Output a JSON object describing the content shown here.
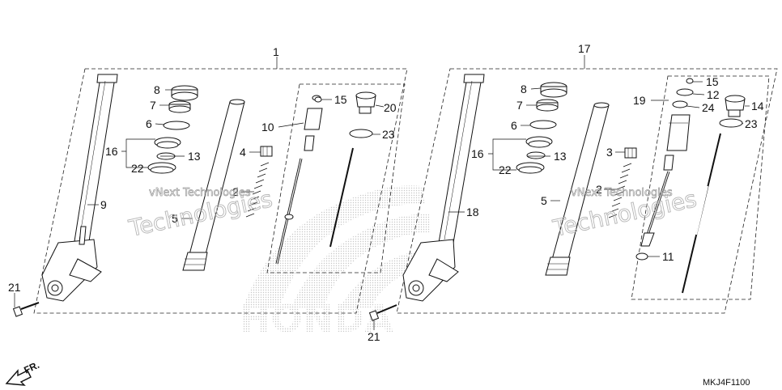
{
  "callouts": [
    {
      "id": "c1",
      "label": "1"
    },
    {
      "id": "c2a",
      "label": "2"
    },
    {
      "id": "c4",
      "label": "4"
    },
    {
      "id": "c5a",
      "label": "5"
    },
    {
      "id": "c6a",
      "label": "6"
    },
    {
      "id": "c7a",
      "label": "7"
    },
    {
      "id": "c8a",
      "label": "8"
    },
    {
      "id": "c9",
      "label": "9"
    },
    {
      "id": "c10",
      "label": "10"
    },
    {
      "id": "c13a",
      "label": "13"
    },
    {
      "id": "c15a",
      "label": "15"
    },
    {
      "id": "c16a",
      "label": "16"
    },
    {
      "id": "c20",
      "label": "20"
    },
    {
      "id": "c21a",
      "label": "21"
    },
    {
      "id": "c22a",
      "label": "22"
    },
    {
      "id": "c23a",
      "label": "23"
    },
    {
      "id": "c17",
      "label": "17"
    },
    {
      "id": "c2b",
      "label": "2"
    },
    {
      "id": "c3",
      "label": "3"
    },
    {
      "id": "c5b",
      "label": "5"
    },
    {
      "id": "c6b",
      "label": "6"
    },
    {
      "id": "c7b",
      "label": "7"
    },
    {
      "id": "c8b",
      "label": "8"
    },
    {
      "id": "c11",
      "label": "11"
    },
    {
      "id": "c12",
      "label": "12"
    },
    {
      "id": "c13b",
      "label": "13"
    },
    {
      "id": "c14",
      "label": "14"
    },
    {
      "id": "c15b",
      "label": "15"
    },
    {
      "id": "c16b",
      "label": "16"
    },
    {
      "id": "c18",
      "label": "18"
    },
    {
      "id": "c19",
      "label": "19"
    },
    {
      "id": "c21b",
      "label": "21"
    },
    {
      "id": "c22b",
      "label": "22"
    },
    {
      "id": "c23b",
      "label": "23"
    },
    {
      "id": "c24",
      "label": "24"
    }
  ],
  "watermark": {
    "small": "vNext Technologies",
    "large": "Technologies",
    "brand": "HONDA"
  },
  "direction_label": "FR.",
  "diagram_code": "MKJ4F1100"
}
